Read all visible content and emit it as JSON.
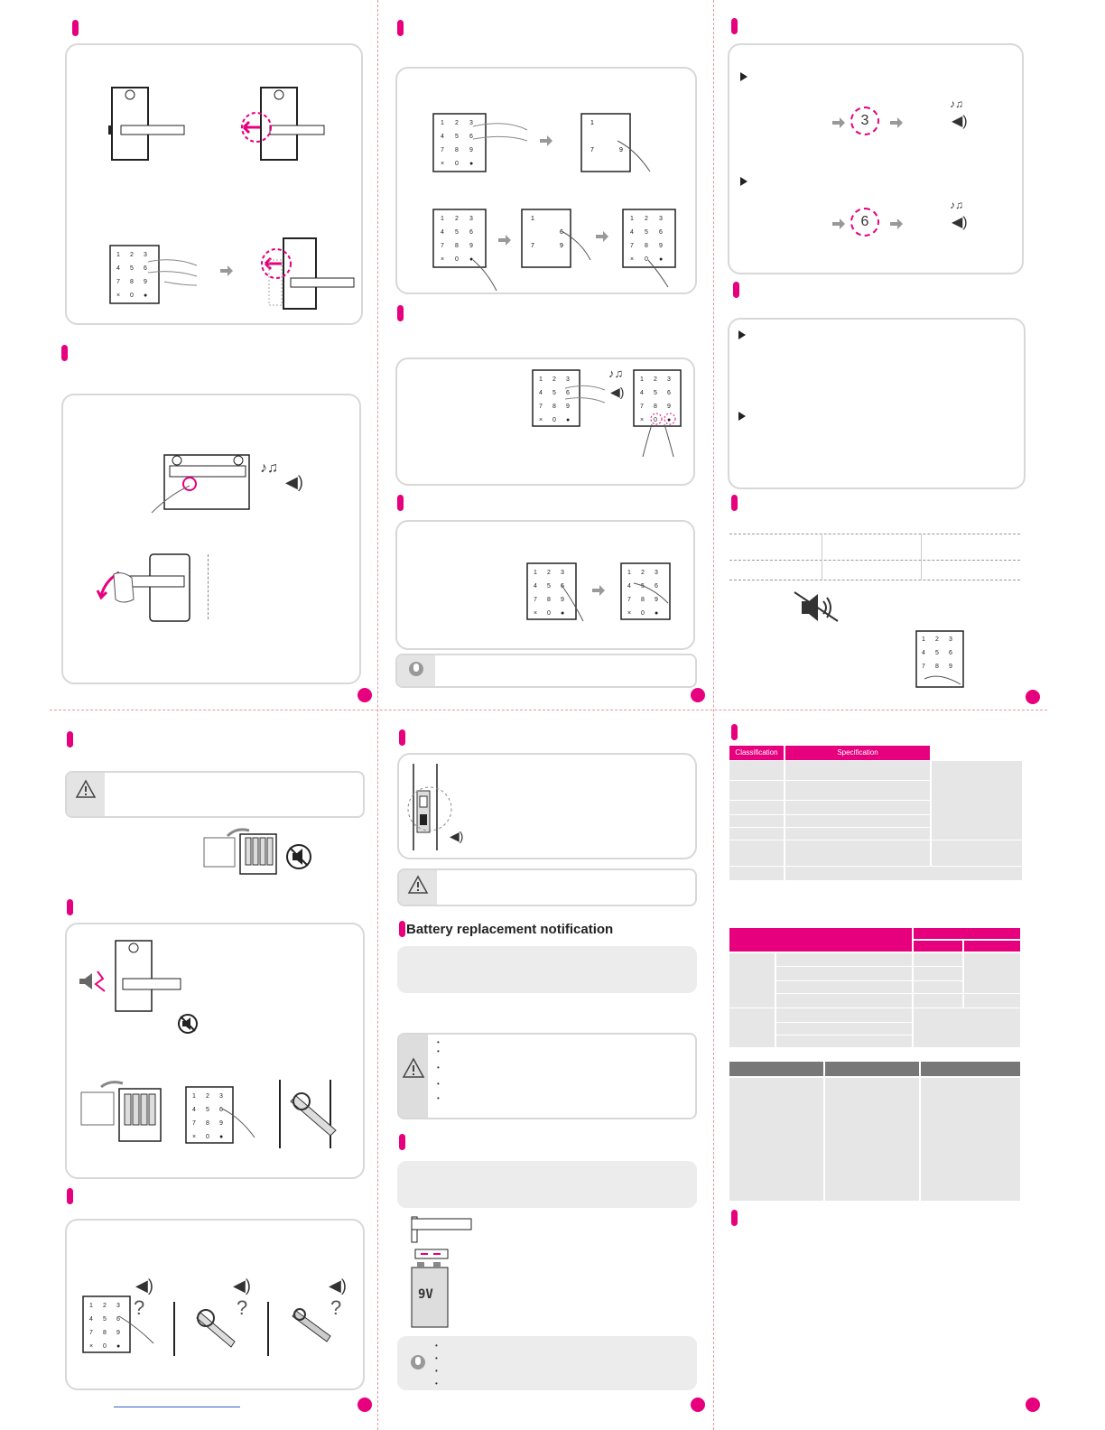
{
  "battery_section": {
    "title": "Battery replacement notification"
  },
  "specs_table": {
    "headers": [
      "Classification",
      "Specification",
      ""
    ]
  },
  "keypad": {
    "keys": [
      "1",
      "2",
      "3",
      "4",
      "5",
      "6",
      "7",
      "8",
      "9",
      "*",
      "0",
      "#"
    ]
  },
  "illustrations": {
    "nine_volt_label": "9V",
    "voice_count_a": "3",
    "voice_count_b": "6",
    "question_mark": "?"
  },
  "colors": {
    "accent": "#e6007e",
    "border": "#d8d8d8",
    "panel": "#ececec"
  }
}
